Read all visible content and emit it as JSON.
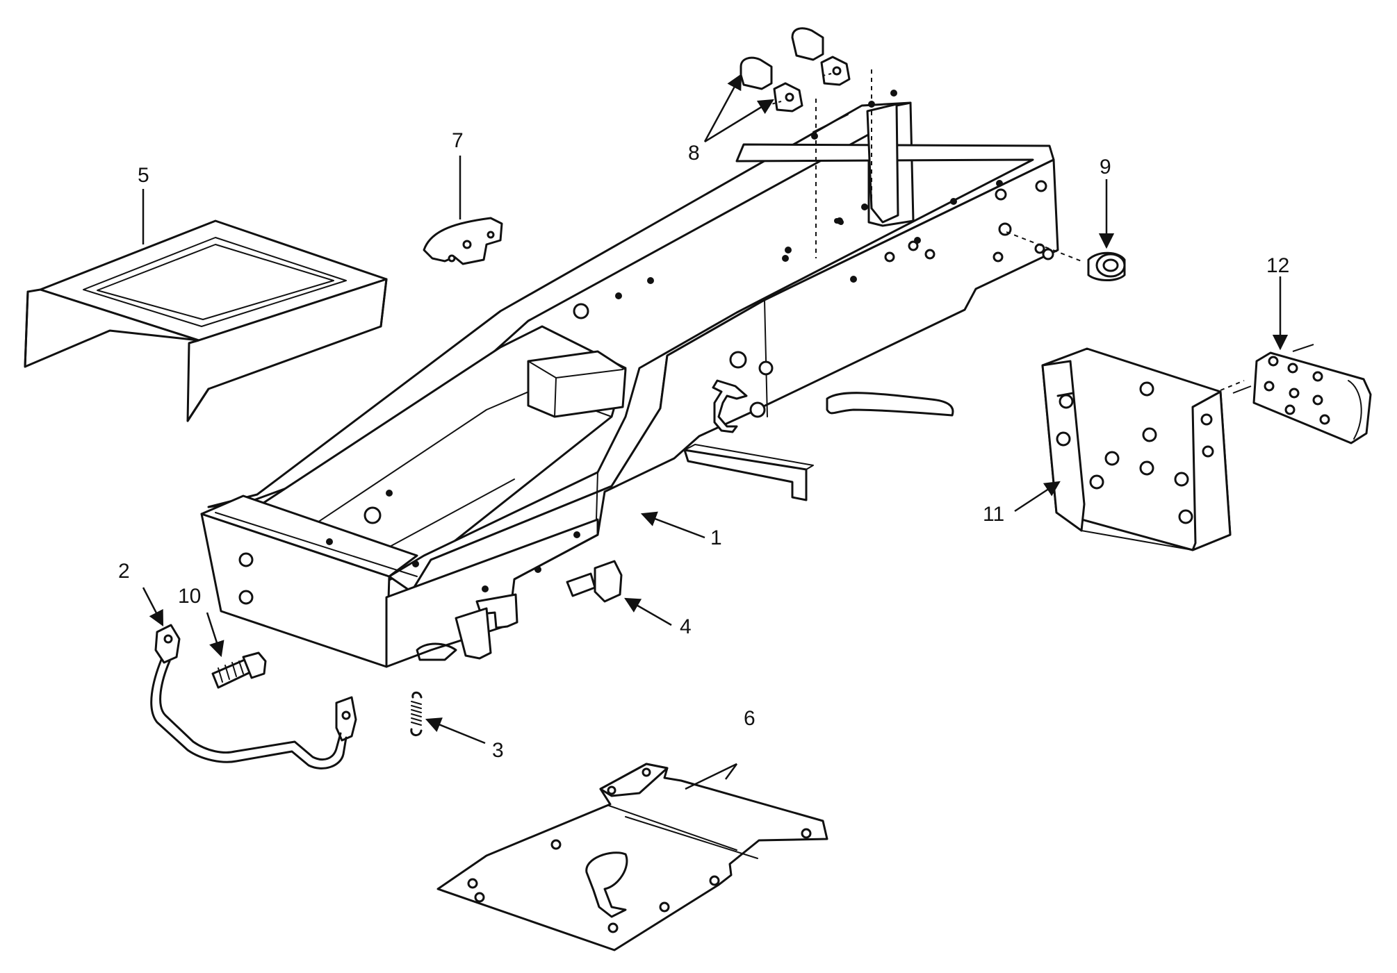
{
  "callouts": [
    {
      "id": "1",
      "text": "1"
    },
    {
      "id": "2",
      "text": "2"
    },
    {
      "id": "3",
      "text": "3"
    },
    {
      "id": "4",
      "text": "4"
    },
    {
      "id": "5",
      "text": "5"
    },
    {
      "id": "6",
      "text": "6"
    },
    {
      "id": "7",
      "text": "7"
    },
    {
      "id": "8",
      "text": "8"
    },
    {
      "id": "9",
      "text": "9"
    },
    {
      "id": "10",
      "text": "10"
    },
    {
      "id": "11",
      "text": "11"
    },
    {
      "id": "12",
      "text": "12"
    }
  ],
  "colors": {
    "ink": "#111111",
    "paper": "#ffffff"
  }
}
